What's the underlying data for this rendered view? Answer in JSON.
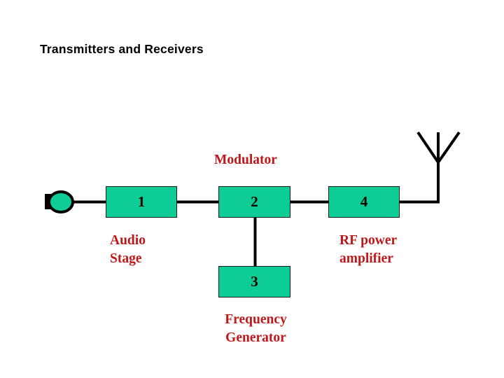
{
  "slide": {
    "title": "Transmitters and Receivers",
    "background_color": "#ffffff"
  },
  "theme": {
    "block_fill": "#0dcc96",
    "block_stroke": "#1a1a1a",
    "caption_color": "#c01818",
    "line_color": "#000000",
    "title_color": "#000000"
  },
  "diagram": {
    "type": "block-diagram",
    "subject": "radio transmitter signal chain",
    "blocks": [
      {
        "number": "1",
        "caption": "Audio\nStage"
      },
      {
        "number": "2",
        "caption": "Modulator"
      },
      {
        "number": "3",
        "caption": "Frequency\nGenerator"
      },
      {
        "number": "4",
        "caption": "RF power\namplifier"
      }
    ],
    "captions": {
      "modulator": "Modulator",
      "audio_stage": "Audio\nStage",
      "rf_power_amplifier": "RF power\namplifier",
      "frequency_generator": "Frequency\nGenerator"
    },
    "components": {
      "microphone": "microphone-icon",
      "antenna": "antenna-icon"
    },
    "connections": [
      "microphone-to-1",
      "1-to-2",
      "2-to-4",
      "2-to-3",
      "4-to-antenna"
    ]
  }
}
